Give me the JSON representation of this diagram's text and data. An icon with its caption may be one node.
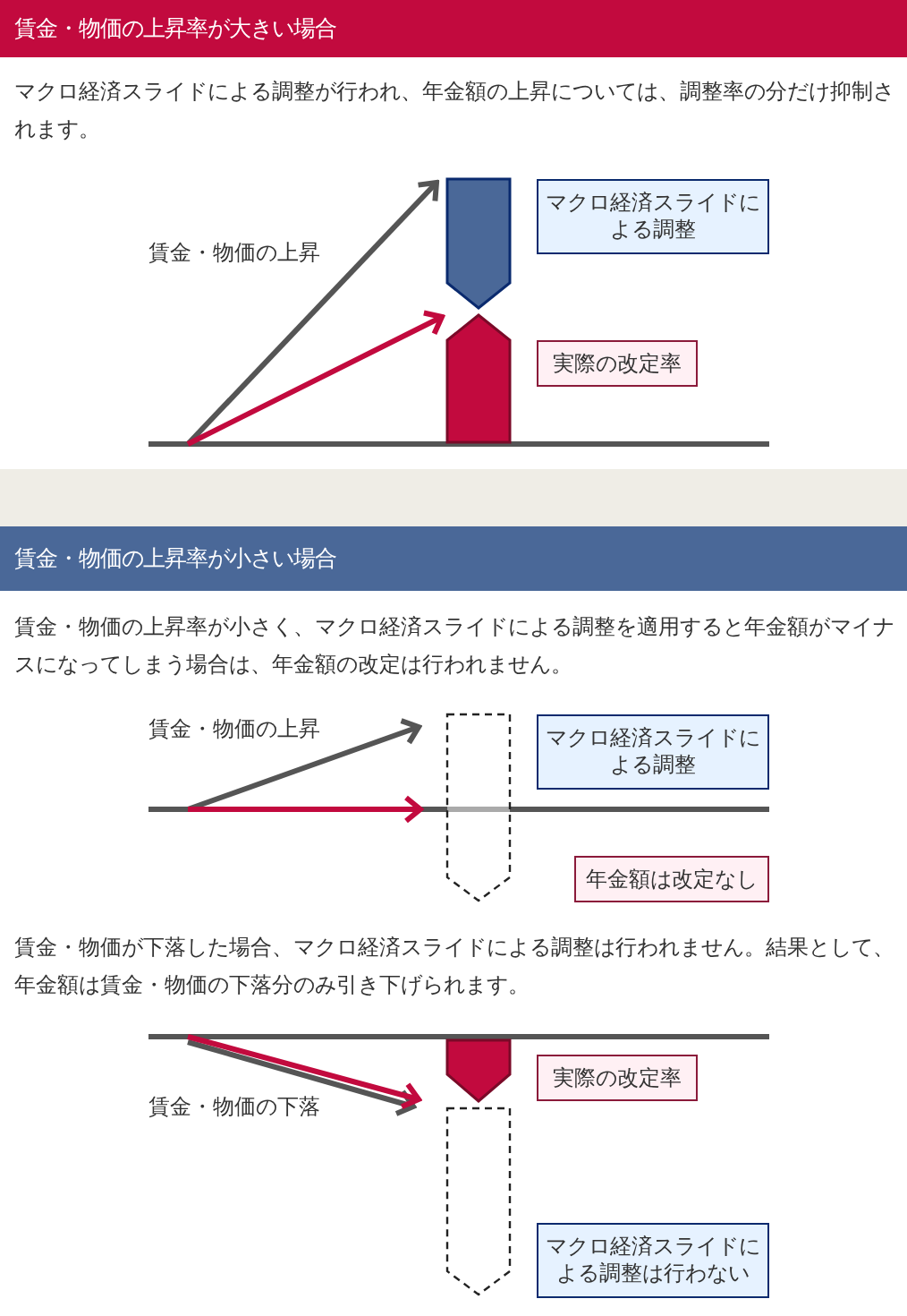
{
  "diagram": {
    "nodes": [
      {
        "text": [
          "賃金・物価の上昇率が大きい場合"
        ]
      },
      {
        "text": [],
        "shape": "bar"
      },
      {
        "text": [
          "マクロ経済スライドによる調整"
        ]
      },
      {
        "text": [],
        "shape": "bar"
      },
      {
        "text": [
          "実際の改定率"
        ]
      },
      {
        "text": [],
        "shape": "bar"
      },
      {
        "text": [
          "賃金・物価の上昇率が小さい場合"
        ]
      },
      {
        "text": [],
        "shape": "bar"
      },
      {
        "text": [
          "マクロ経済スライドによる調整"
        ]
      },
      {
        "text": [
          "年金額は改定なし"
        ]
      },
      {
        "text": [],
        "shape": "bar"
      },
      {
        "text": [
          "実際の改定率"
        ]
      },
      {
        "text": [],
        "shape": "bar"
      },
      {
        "text": [
          "マクロ経済スライドによる調整は行わない"
        ]
      }
    ],
    "labels": [
      "マクロ経済スライドによる調整が行われ、年金額の上昇については、調整率の分だけ抑制されます。",
      "賃金・物価の上昇",
      "賃金・物価の上昇率が小さく、マクロ経済スライドによる調整を適用すると年金額がマイナスになってしまう場合は、年金額の改定は行われません。",
      "賃金・物価の上昇",
      "賃金・物価が下落した場合、マクロ経済スライドによる調整は行われません。結果として、年金額は賃金・物価の下落分のみ引き下げられます。",
      "賃金・物価の下落"
    ]
  }
}
